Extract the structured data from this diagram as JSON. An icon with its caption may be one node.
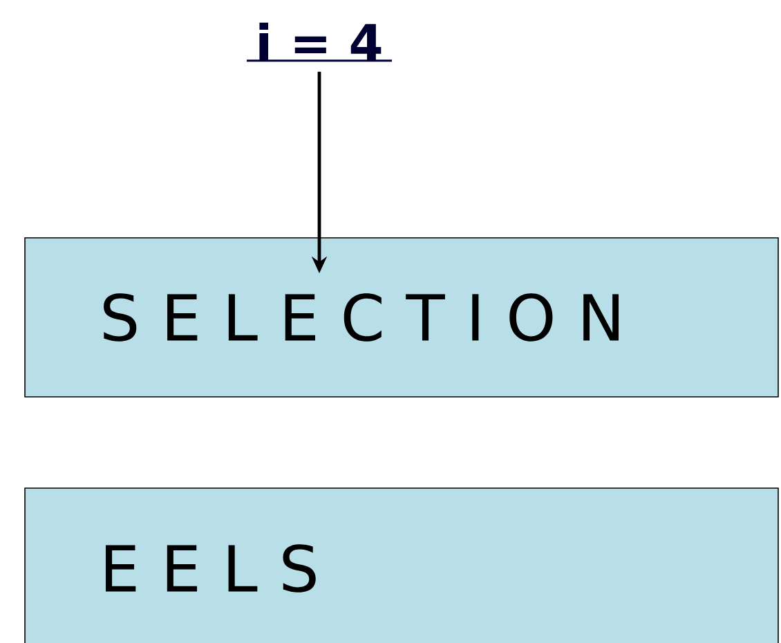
{
  "diagram": {
    "nodes": [
      {
        "text": [
          "i = 4"
        ]
      },
      {
        "text": [
          "S E L E C T I O N"
        ]
      },
      {
        "text": [
          "E E L S"
        ]
      }
    ],
    "edges": [
      {
        "from": 0,
        "to": 1,
        "arrow": "to"
      }
    ]
  }
}
